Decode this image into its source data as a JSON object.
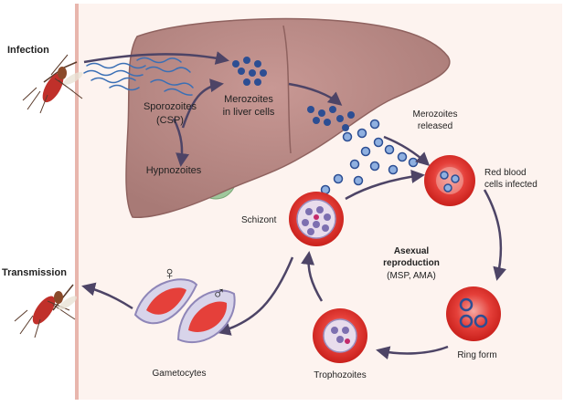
{
  "labels": {
    "infection": "Infection",
    "transmission": "Transmission",
    "sporozoites_line1": "Sporozoites",
    "sporozoites_line2": "(CSP)",
    "hypnozoites": "Hypnozoites",
    "merozoites_liver_line1": "Merozoites",
    "merozoites_liver_line2": "in liver cells",
    "merozoites_released_line1": "Merozoites",
    "merozoites_released_line2": "released",
    "rbc_infected_line1": "Red blood",
    "rbc_infected_line2": "cells infected",
    "schizont": "Schizont",
    "asexual_line1": "Asexual",
    "asexual_line2": "reproduction",
    "asexual_line3": "(MSP, AMA)",
    "ring_form": "Ring form",
    "trophozoites": "Trophozoites",
    "gametocytes": "Gametocytes",
    "female_symbol": "♀",
    "male_symbol": "♂"
  },
  "colors": {
    "panel": "#fdf3ef",
    "border": "#e8b6ad",
    "liver": "#b88a86",
    "liver_dark": "#8f625f",
    "gallbladder": "#9fc79c",
    "rbc": "#e5403a",
    "rbc_light": "#f08f88",
    "parasite": "#2c4e93",
    "parasite_light": "#8fb0e0",
    "arrow": "#4d4466",
    "mosquito_body": "#c0302a",
    "mosquito_dark": "#5a3a2a"
  }
}
